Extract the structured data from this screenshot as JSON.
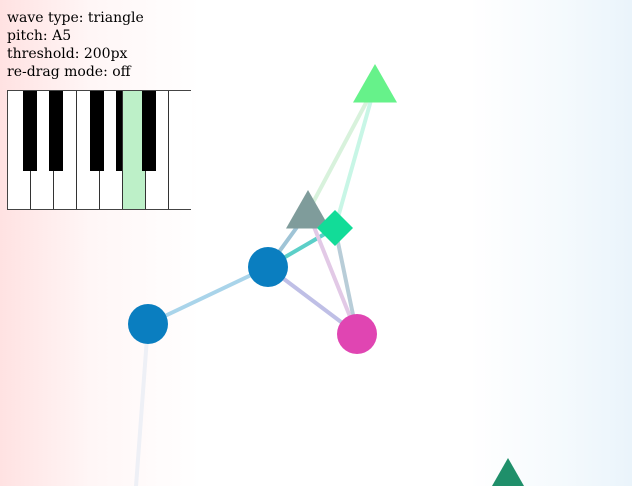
{
  "status": {
    "wave_type": "wave type: triangle",
    "pitch": "pitch: A5",
    "threshold": "threshold: 200px",
    "redrag_mode": "re-drag mode: off"
  },
  "piano": {
    "active_key": "A",
    "white_keys": [
      "C",
      "D",
      "E",
      "F",
      "G",
      "A",
      "B",
      "C"
    ],
    "black_keys": [
      "C#",
      "D#",
      "F#",
      "G#",
      "A#"
    ]
  },
  "nodes": [
    {
      "id": "triangle-green-top",
      "shape": "triangle",
      "color": "#66f28a"
    },
    {
      "id": "triangle-gray",
      "shape": "triangle",
      "color": "#7f9c9b"
    },
    {
      "id": "diamond-teal",
      "shape": "diamond",
      "color": "#12dc98"
    },
    {
      "id": "circle-blue-center",
      "shape": "circle",
      "color": "#0a7ec0"
    },
    {
      "id": "circle-blue-left",
      "shape": "circle",
      "color": "#0a7ec0"
    },
    {
      "id": "circle-magenta",
      "shape": "circle",
      "color": "#e045b2"
    },
    {
      "id": "triangle-darkgreen",
      "shape": "triangle",
      "color": "#1f8f6a"
    }
  ],
  "edges": [
    {
      "from": "triangle-green-top",
      "to": "triangle-gray",
      "color": "#d8f2dc"
    },
    {
      "from": "triangle-green-top",
      "to": "diamond-teal",
      "color": "#c8f6e6"
    },
    {
      "from": "triangle-gray",
      "to": "circle-blue-center",
      "color": "#9fc4d6"
    },
    {
      "from": "diamond-teal",
      "to": "circle-blue-center",
      "color": "#5ccfc8"
    },
    {
      "from": "diamond-teal",
      "to": "circle-magenta",
      "color": "#b8cdd8"
    },
    {
      "from": "triangle-gray",
      "to": "circle-magenta",
      "color": "#e2c9e6"
    },
    {
      "from": "circle-blue-center",
      "to": "circle-magenta",
      "color": "#bfbfe6"
    },
    {
      "from": "circle-blue-center",
      "to": "circle-blue-left",
      "color": "#a9d4ea"
    },
    {
      "from": "circle-blue-left",
      "to": "offscreen-bottom",
      "color": "#eef0f6"
    }
  ]
}
